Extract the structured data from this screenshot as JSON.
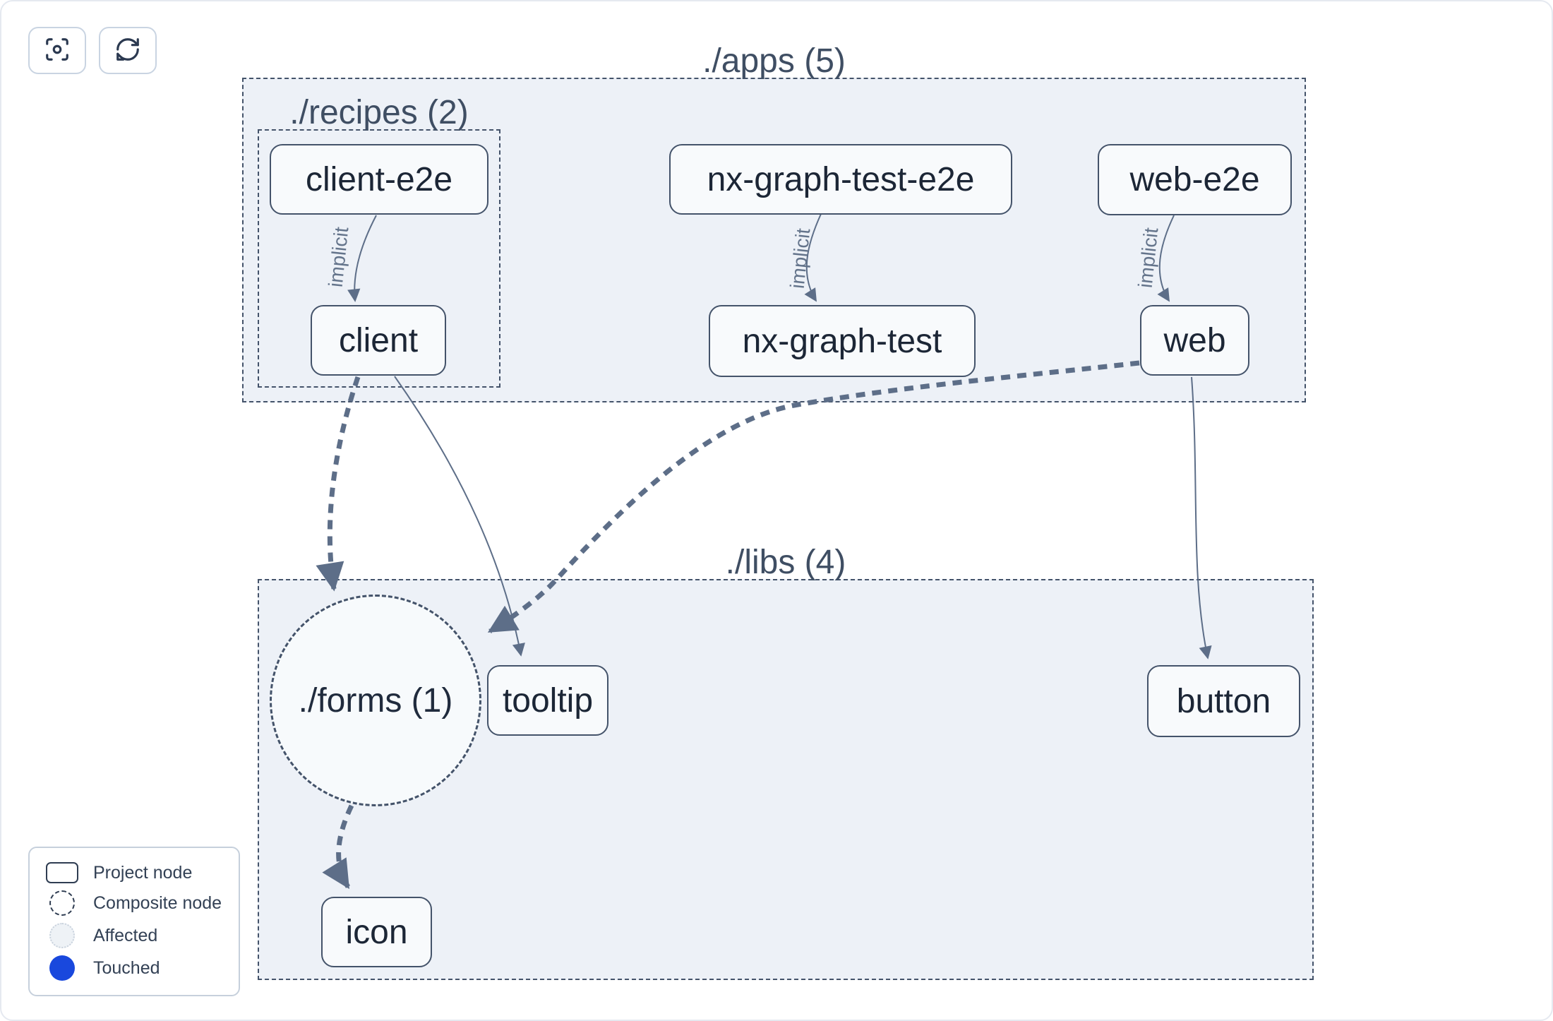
{
  "toolbar": {
    "buttons": [
      {
        "name": "center-graph",
        "icon": "focus-icon"
      },
      {
        "name": "refresh-graph",
        "icon": "refresh-icon"
      }
    ]
  },
  "groups": {
    "apps": {
      "label": "./apps (5)",
      "count": 5
    },
    "recipes": {
      "label": "./recipes (2)",
      "count": 2
    },
    "libs": {
      "label": "./libs (4)",
      "count": 4
    },
    "forms": {
      "label": "./forms (1)",
      "count": 1,
      "type": "composite"
    }
  },
  "nodes": [
    {
      "id": "client-e2e",
      "label": "client-e2e",
      "group": "./apps/recipes"
    },
    {
      "id": "client",
      "label": "client",
      "group": "./apps/recipes"
    },
    {
      "id": "nx-graph-test-e2e",
      "label": "nx-graph-test-e2e",
      "group": "./apps"
    },
    {
      "id": "nx-graph-test",
      "label": "nx-graph-test",
      "group": "./apps"
    },
    {
      "id": "web-e2e",
      "label": "web-e2e",
      "group": "./apps"
    },
    {
      "id": "web",
      "label": "web",
      "group": "./apps"
    },
    {
      "id": "tooltip",
      "label": "tooltip",
      "group": "./libs"
    },
    {
      "id": "button",
      "label": "button",
      "group": "./libs"
    },
    {
      "id": "icon",
      "label": "icon",
      "group": "./libs"
    }
  ],
  "edges": [
    {
      "source": "client-e2e",
      "target": "client",
      "label": "implicit",
      "type": "implicit"
    },
    {
      "source": "nx-graph-test-e2e",
      "target": "nx-graph-test",
      "label": "implicit",
      "type": "implicit"
    },
    {
      "source": "web-e2e",
      "target": "web",
      "label": "implicit",
      "type": "implicit"
    },
    {
      "source": "client",
      "target": "./forms (1)",
      "label": "",
      "type": "composite"
    },
    {
      "source": "client",
      "target": "tooltip",
      "label": "",
      "type": "static"
    },
    {
      "source": "web",
      "target": "./forms (1)",
      "label": "",
      "type": "composite"
    },
    {
      "source": "web",
      "target": "button",
      "label": "",
      "type": "static"
    },
    {
      "source": "./forms (1)",
      "target": "icon",
      "label": "",
      "type": "composite"
    }
  ],
  "legend": {
    "items": [
      {
        "label": "Project node",
        "icon": "project-node-icon"
      },
      {
        "label": "Composite node",
        "icon": "composite-node-icon"
      },
      {
        "label": "Affected",
        "icon": "affected-icon"
      },
      {
        "label": "Touched",
        "icon": "touched-icon"
      }
    ]
  },
  "colors": {
    "canvas_background": "#ffffff",
    "group_fill": "#edf1f7",
    "group_border": "#44536a",
    "node_fill": "#f8fafc",
    "node_border": "#44536a",
    "node_text": "#1c2636",
    "edge": "#5d6e88",
    "edge_label": "#64748b",
    "touched_blue": "#1948dd",
    "affected_fill": "#eef2f6"
  }
}
